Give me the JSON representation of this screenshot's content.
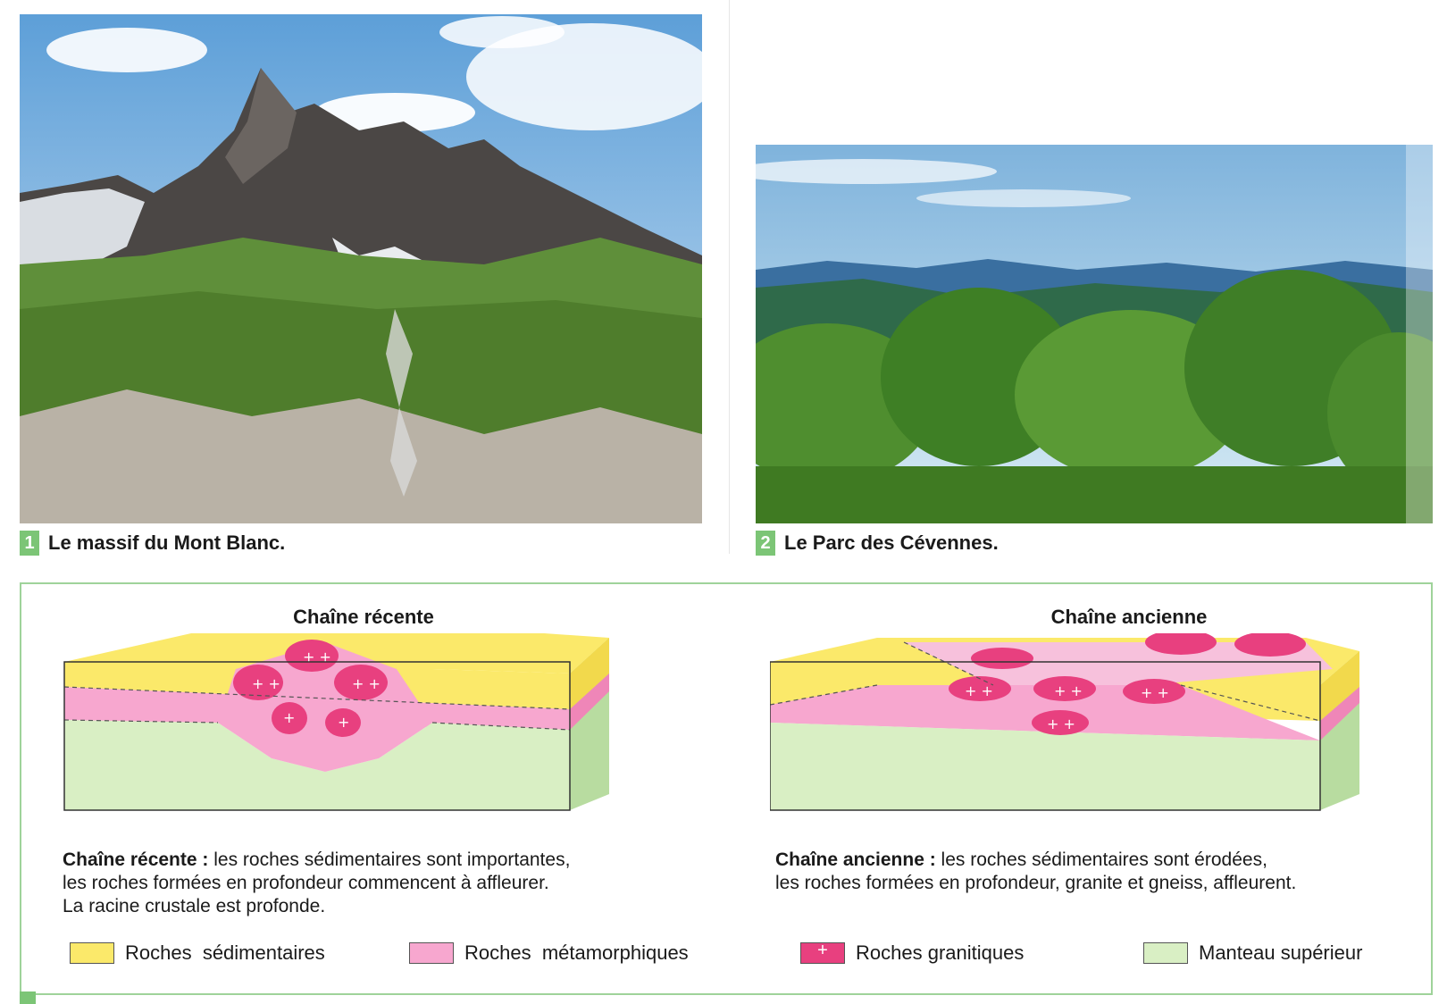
{
  "photos": [
    {
      "number": "1",
      "caption": "Le massif du Mont Blanc."
    },
    {
      "number": "2",
      "caption": "Le Parc des Cévennes."
    }
  ],
  "diagrams": [
    {
      "title": "Chaîne récente",
      "desc_bold": "Chaîne récente :",
      "desc_text": " les roches sédimentaires sont importantes,",
      "desc_line2": "les roches formées en profondeur commencent à affleurer.",
      "desc_line3": "La racine crustale est profonde."
    },
    {
      "title": "Chaîne ancienne",
      "desc_bold": "Chaîne ancienne :",
      "desc_text": " les roches sédimentaires sont érodées,",
      "desc_line2": "les roches formées en profondeur, granite et gneiss, affleurent."
    }
  ],
  "legend": [
    {
      "label": "Roches  sédimentaires",
      "color": "#fbe96a"
    },
    {
      "label": "Roches  métamorphiques",
      "color": "#f7a7cf"
    },
    {
      "label": "Roches granitiques",
      "color": "#e8407f",
      "symbol": "+"
    },
    {
      "label": "Manteau supérieur",
      "color": "#d9efc4"
    }
  ]
}
